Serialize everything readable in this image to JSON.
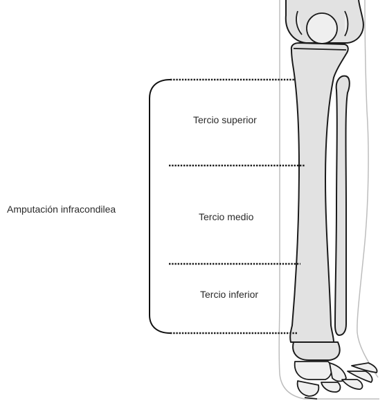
{
  "diagram": {
    "labels": {
      "amputation": "Amputación infracondilea",
      "upper_third": "Tercio superior",
      "middle_third": "Tercio medio",
      "lower_third": "Tercio inferior"
    },
    "colors": {
      "bone_fill": "#e2e2e2",
      "bone_stroke": "#1a1a1a",
      "skin_outline": "#bdbdbd",
      "dotted_line": "#1c1c1c",
      "text": "#2a2a2a"
    }
  }
}
